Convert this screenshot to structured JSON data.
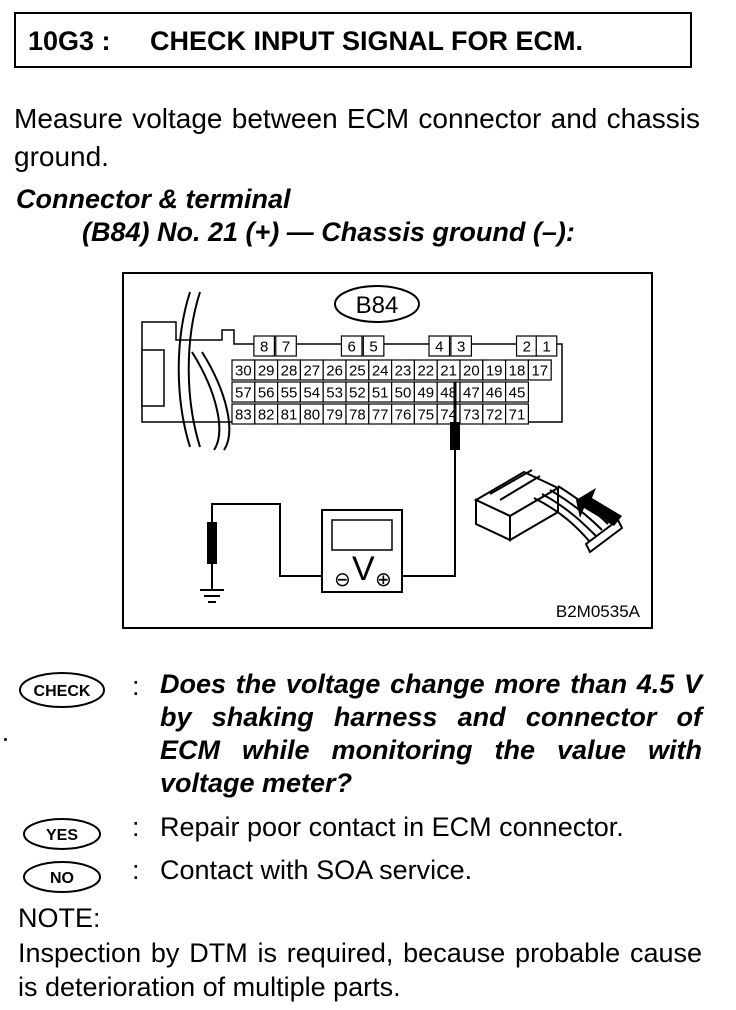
{
  "header": {
    "code": "10G3 :",
    "title": "CHECK INPUT SIGNAL FOR ECM."
  },
  "intro": "Measure voltage between ECM connector and chassis ground.",
  "connector": {
    "heading": "Connector & terminal",
    "subheading": "(B84) No. 21 (+) — Chassis ground (–):"
  },
  "figure": {
    "connector_label": "B84",
    "figure_id": "B2M0535A",
    "meter_symbol": "V",
    "minus_symbol": "⊖",
    "plus_symbol": "⊕",
    "top_row_pins": [
      "8",
      "7",
      "6",
      "5",
      "4",
      "3",
      "2",
      "1"
    ],
    "row1": [
      "30",
      "29",
      "28",
      "27",
      "26",
      "25",
      "24",
      "23",
      "22",
      "21",
      "20",
      "19",
      "18",
      "17"
    ],
    "row2": [
      "57",
      "56",
      "55",
      "54",
      "53",
      "52",
      "51",
      "50",
      "49",
      "48",
      "47",
      "46",
      "45"
    ],
    "row3": [
      "83",
      "82",
      "81",
      "80",
      "79",
      "78",
      "77",
      "76",
      "75",
      "74",
      "73",
      "72",
      "71"
    ]
  },
  "responses": {
    "check": {
      "badge": "CHECK",
      "colon": ":",
      "text": "Does the voltage change more than 4.5 V by shaking harness and connector of ECM while monitoring the value with voltage meter?"
    },
    "yes": {
      "badge": "YES",
      "colon": ":",
      "text": "Repair poor contact in ECM connector."
    },
    "no": {
      "badge": "NO",
      "colon": ":",
      "text": "Contact with SOA service."
    }
  },
  "note": {
    "label": "NOTE:",
    "text": "Inspection by DTM is required, because probable cause is deterioration of multiple parts."
  }
}
